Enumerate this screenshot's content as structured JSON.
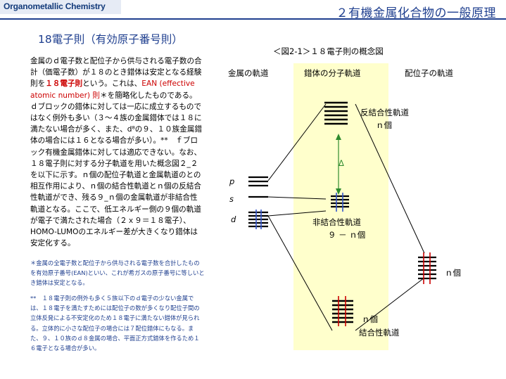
{
  "header": {
    "left_label": "Organometallic Chemistry",
    "title": "２有機金属化合物の一般原理"
  },
  "section_title": "18電子則（有効原子番号則）",
  "paragraphs": {
    "p1_a": "金属のｄ電子数と配位子から供与される電子数の合計（価電子数）が１８のとき錯体は安定となる経験則を",
    "p1_b": "１８電子則",
    "p1_c": "という。これは、",
    "p1_d": "EAN (effective atomic number) 則",
    "p1_e": "＊を簡略化したものである。ｄブロックの錯体に対しては一応に成立するものではなく例外も多い（３～４族の金属錯体では１８に満たない場合が多く、また、d⁸の９、１０族金属錯体の場合には１６となる場合が多い）。**　ｆブロック有機金属錯体に対しては適応できない。なお、１８電子則に対する分子軌道を用いた概念図２_２を以下に示す。ｎ個の配位子軌道と金属軌道のとの相互作用により、ｎ個の結合性軌道とｎ個の反結合性軌道ができ、残る９_ｎ個の金属軌道が非結合性軌道となる。ここで、低エネルギー側の９個の軌道が電子で満たされた場合（２ｘ９＝１８電子）、HOMO-LUMOのエネルギー差が大きくなり錯体は安定化する。"
  },
  "notes": {
    "note1": "＊金属の全電子数と配位子から供与される電子数を合計したものを有効原子番号(EAN)といい、これが希ガスの原子番号に等しいとき錯体は安定となる。",
    "note2": "**　１８電子則の例外も多く５族以下のｄ電子の少ない金属では、１８電子を満たすためには配位子の数が多くなり配位子間の立体反発による不安定化のため１８電子に満たない錯体が見られる。立体的に小さな配位子の場合には７配位錯体にもなる。また、９、１０族のｄ８金属の場合、平面正方式錯体を作るため１６電子となる場合が多い。"
  },
  "diagram": {
    "caption": "＜図2-1＞１８電子則の概念図",
    "col_metal": "金属の軌道",
    "col_complex": "錯体の分子軌道",
    "col_ligand": "配位子の軌道",
    "label_p": "p",
    "label_s": "s",
    "label_d": "d",
    "antibonding": "反結合性軌道",
    "antibonding_n": "ｎ個",
    "delta": "Δ",
    "nonbonding": "非結合性軌道",
    "nonbonding_count": "９ － ｎ個",
    "ligand_n": "ｎ個",
    "bonding_n": "ｎ個",
    "bonding": "結合性軌道",
    "colors": {
      "band": "#ffffcc",
      "electron": "#cc0000",
      "electron_blue": "#3355cc",
      "delta_arrow": "#2e8b2e",
      "accent": "#1f3f8f"
    }
  }
}
